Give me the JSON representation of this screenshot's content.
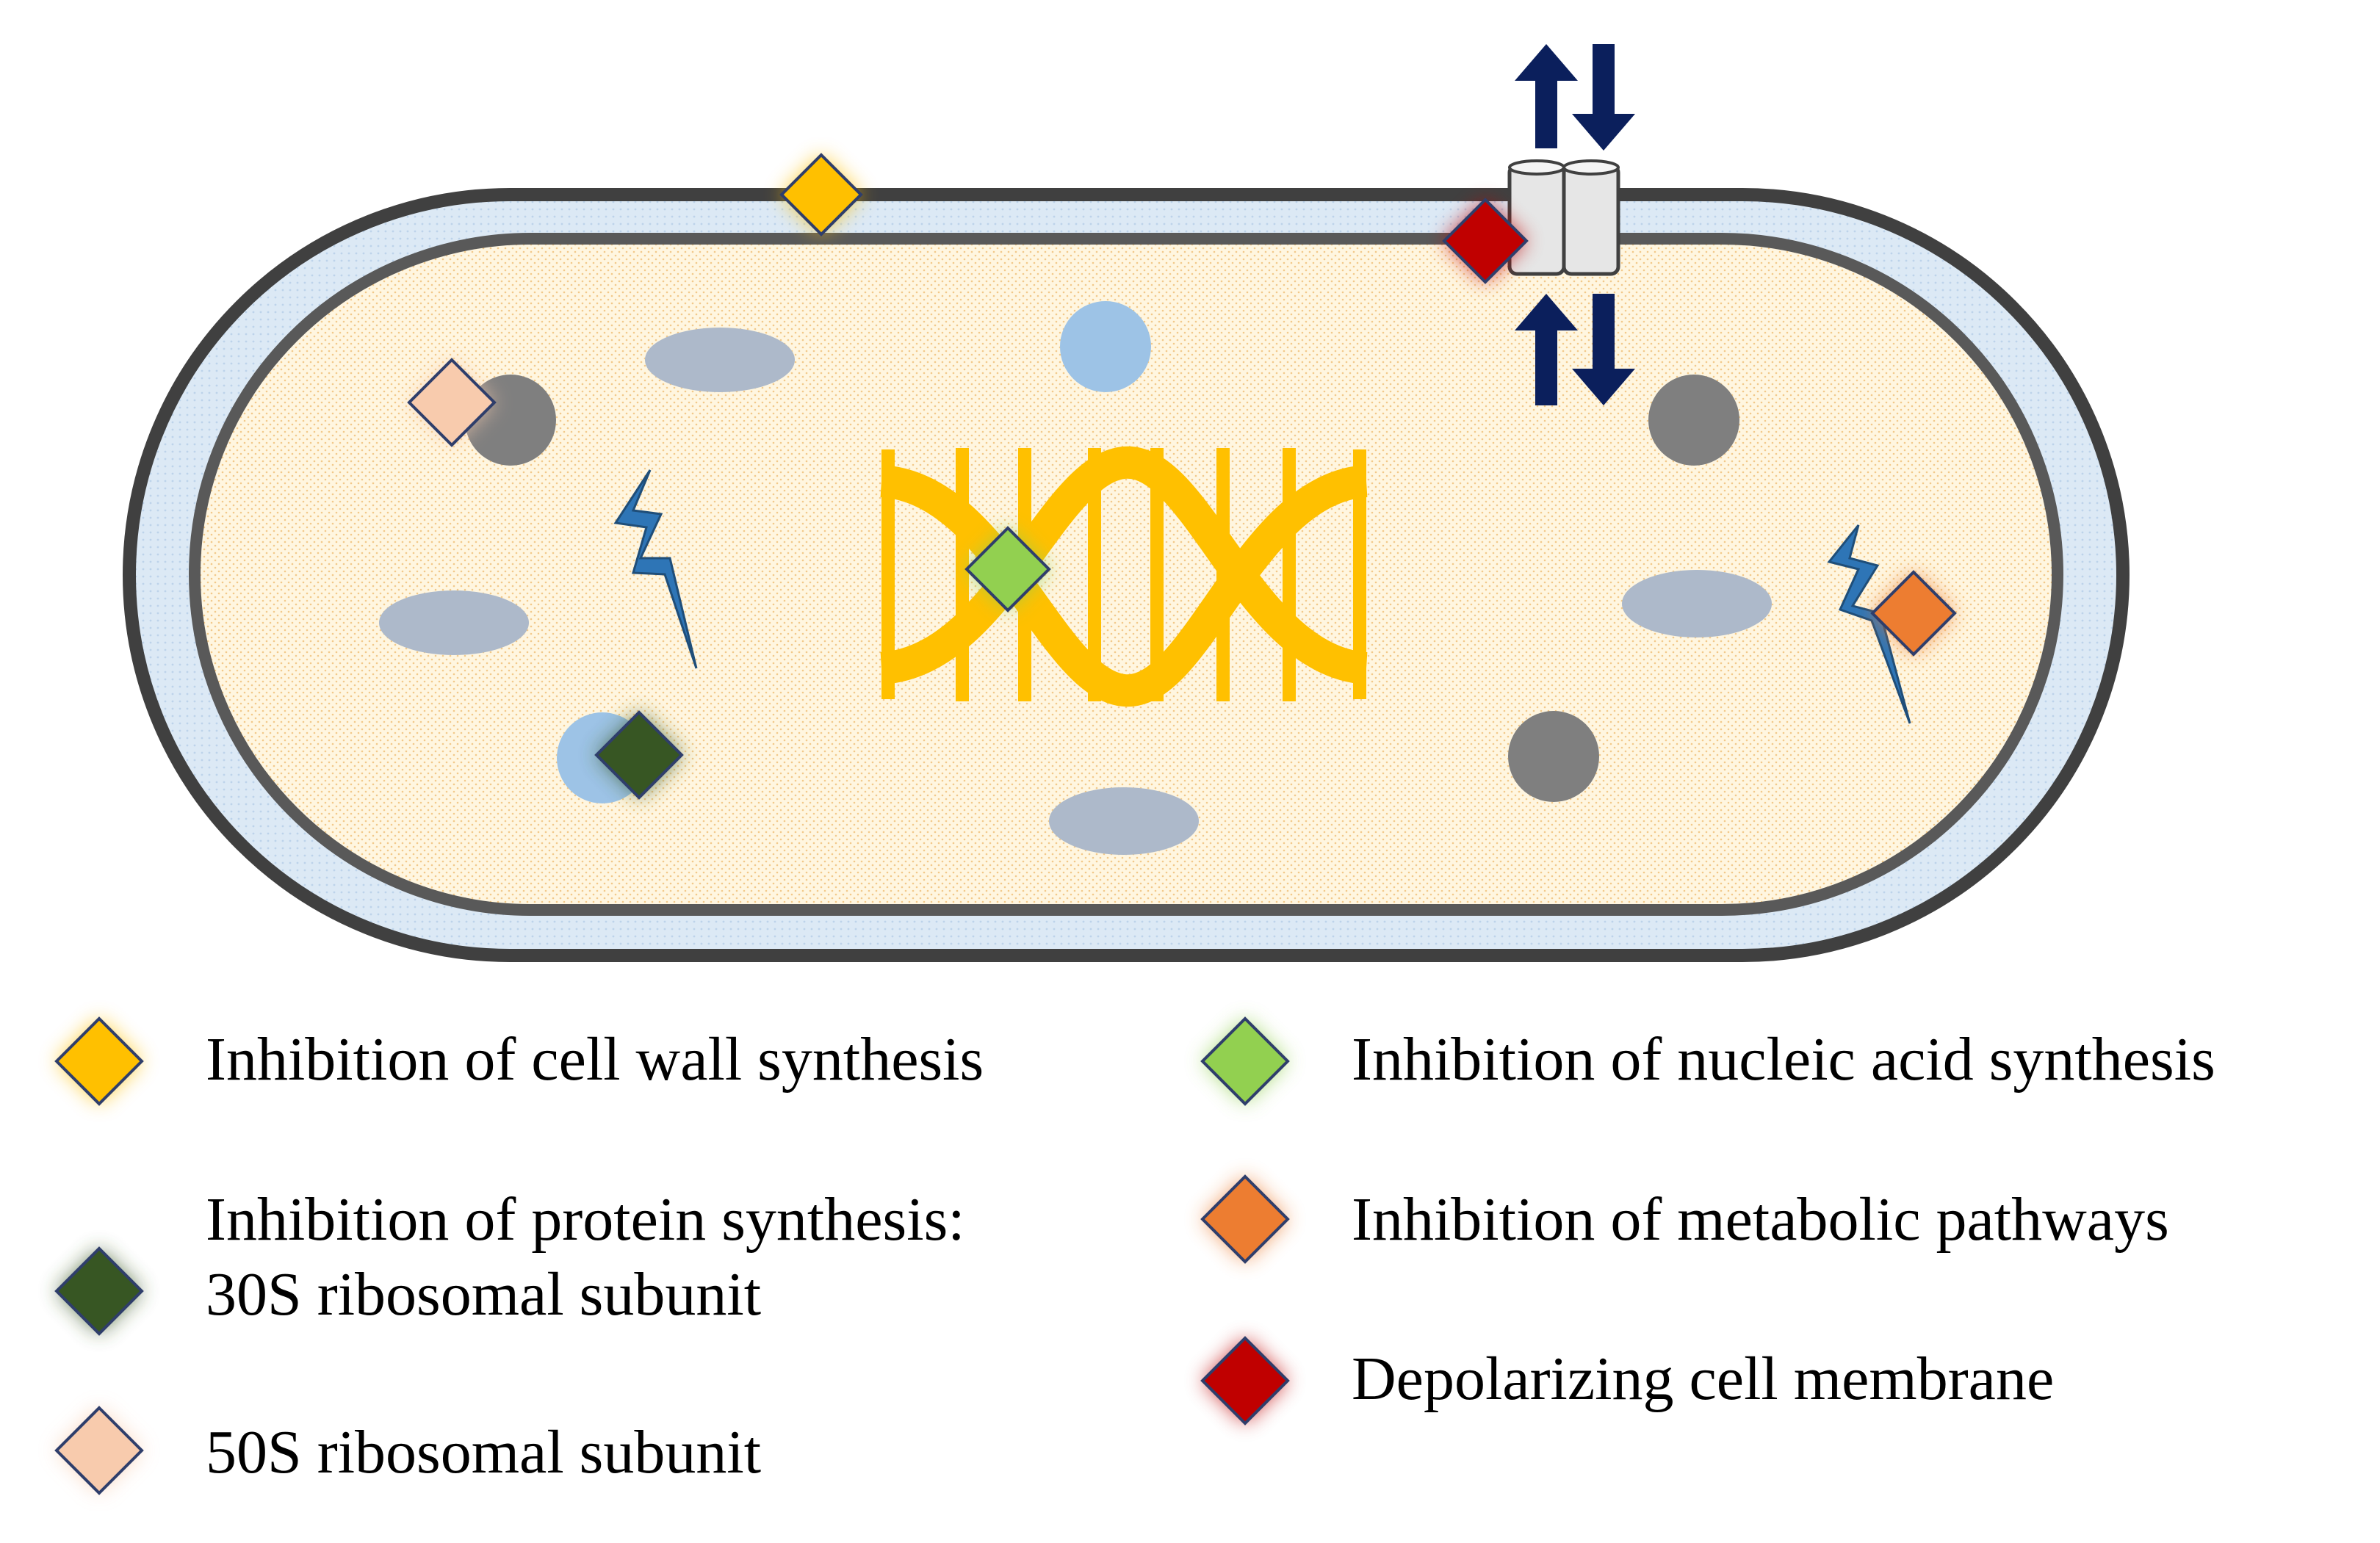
{
  "legend": {
    "cell_wall": "Inhibition of cell wall synthesis",
    "protein_title": "Inhibition of protein synthesis:",
    "ribo30": "30S ribosomal subunit",
    "ribo50": "50S ribosomal subunit",
    "nucleic": "Inhibition of nucleic acid synthesis",
    "metabolic": "Inhibition of metabolic pathways",
    "membrane": "Depolarizing cell membrane"
  },
  "colors": {
    "cell_wall": "#FFC000",
    "ribo30": "#375623",
    "ribo50": "#F8CBAD",
    "nucleic": "#92D050",
    "metabolic": "#ED7D31",
    "membrane": "#C00000",
    "dna": "#FFC000",
    "cytoplasm": "#FFF6E0",
    "periplasm": "#DCE9F5",
    "arrow": "#0B1F5C",
    "ribosome_gray": "#7F7F7F",
    "ribosome_blue": "#9DC3E6",
    "plasmid": "#ADB9CA",
    "bolt": "#2E75B6"
  },
  "icons": {
    "channel": "membrane-channel-icon",
    "transport_arrows": "up-down-arrows-icon",
    "bolt": "lightning-bolt-icon",
    "dna": "dna-helix-icon"
  }
}
